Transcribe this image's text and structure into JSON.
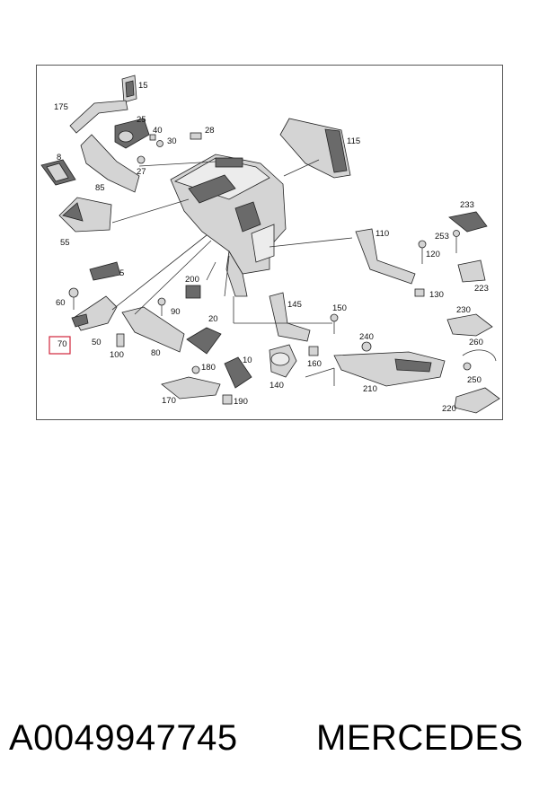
{
  "diagram": {
    "highlighted_label": "70",
    "labels": [
      "15",
      "175",
      "25",
      "40",
      "30",
      "27",
      "28",
      "8",
      "85",
      "55",
      "115",
      "233",
      "253",
      "110",
      "120",
      "223",
      "130",
      "200",
      "60",
      "145",
      "150",
      "230",
      "20",
      "90",
      "50",
      "240",
      "70",
      "100",
      "80",
      "180",
      "10",
      "160",
      "260",
      "250",
      "140",
      "210",
      "170",
      "190",
      "220",
      "5"
    ]
  },
  "footer": {
    "part_number": "A0049947745",
    "brand": "MERCEDES"
  }
}
